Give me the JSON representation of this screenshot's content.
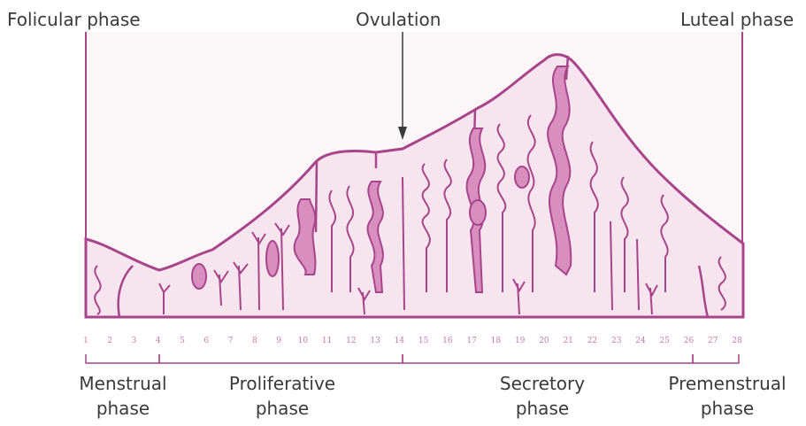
{
  "top_labels": {
    "follicular": "Folicular phase",
    "ovulation": "Ovulation",
    "luteal": "Luteal phase"
  },
  "bottom_labels": {
    "menstrual": [
      "Menstrual",
      "phase"
    ],
    "proliferative": [
      "Proliferative",
      "phase"
    ],
    "secretory": [
      "Secretory",
      "phase"
    ],
    "premenstrual": [
      "Premenstrual",
      "phase"
    ]
  },
  "day_numbers": [
    "1",
    "2",
    "3",
    "4",
    "5",
    "6",
    "7",
    "8",
    "9",
    "10",
    "11",
    "12",
    "13",
    "14",
    "15",
    "16",
    "17",
    "18",
    "19",
    "20",
    "21",
    "22",
    "23",
    "24",
    "25",
    "26",
    "27",
    "28"
  ],
  "colors": {
    "tissue_fill": "#f6e4ef",
    "outline": "#a8458a",
    "gland_fill": "#d88fc0",
    "background": "#fbf6f8"
  }
}
